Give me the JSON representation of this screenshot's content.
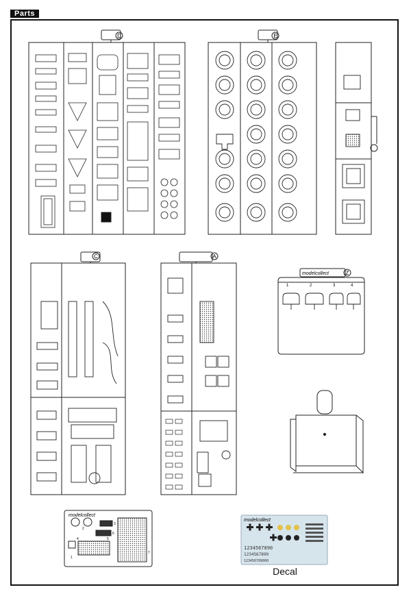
{
  "header": {
    "title": "Parts"
  },
  "sprues": {
    "d_label": "D",
    "e_label": "E",
    "c_label": "C",
    "a_label": "A",
    "z_label": "Z",
    "z_brand": "modelcollect",
    "z_numbers": [
      "1",
      "2",
      "3",
      "4"
    ]
  },
  "photo_etch": {
    "brand": "modelcollect",
    "numbers": [
      "1",
      "2",
      "3",
      "4",
      "5",
      "6",
      "7"
    ]
  },
  "decal": {
    "label": "Decal",
    "brand": "modelcollect",
    "number_rows": [
      "1234567890",
      "1234567890",
      "123456789000"
    ]
  }
}
